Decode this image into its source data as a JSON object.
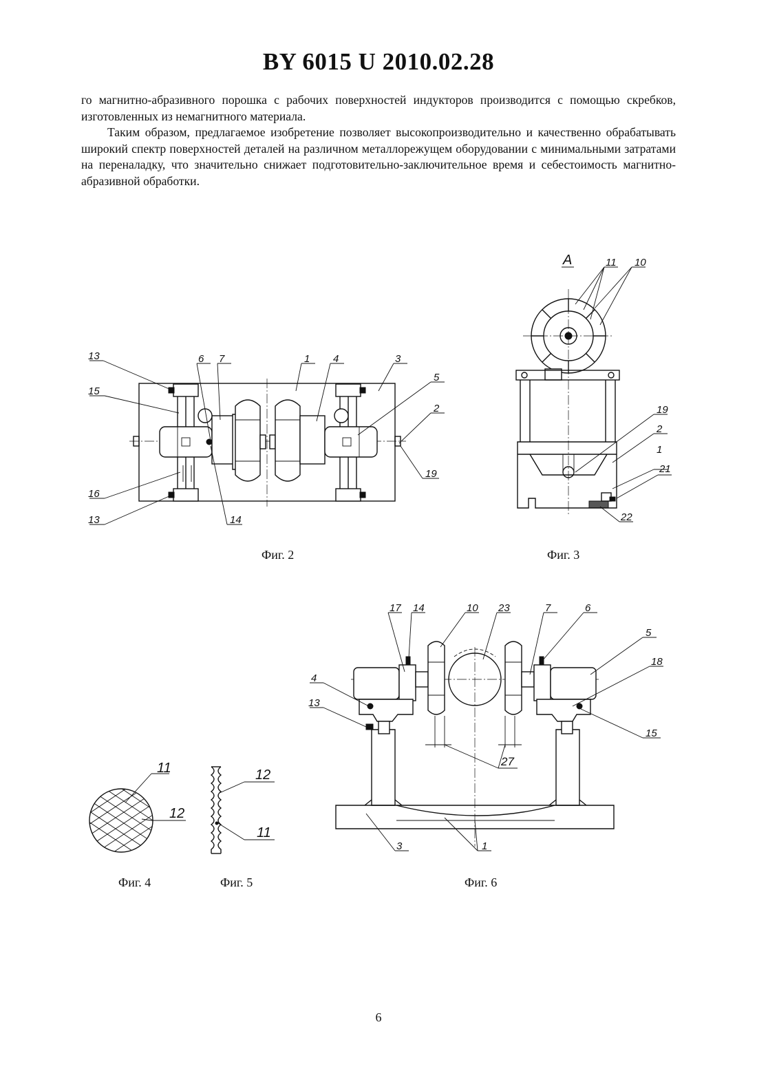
{
  "header": "BY 6015 U 2010.02.28",
  "paragraphs": [
    "го магнитно-абразивного порошка с рабочих поверхностей индукторов производится с помощью скребков, изготовленных из немагнитного материала.",
    "Таким образом, предлагаемое изобретение позволяет высокопроизводительно и качественно обрабатывать широкий спектр поверхностей деталей на различном металлорежущем оборудовании с минимальными затратами на переналадку, что значительно снижает подготовительно-заключительное время и себестоимость магнитно-абразивной обработки."
  ],
  "captions": {
    "fig2": "Фиг. 2",
    "fig3": "Фиг. 3",
    "fig4": "Фиг. 4",
    "fig5": "Фиг. 5",
    "fig6": "Фиг. 6"
  },
  "fig2_labels": {
    "l13a": "13",
    "l15": "15",
    "l16": "16",
    "l13b": "13",
    "l6": "6",
    "l7": "7",
    "l1": "1",
    "l4": "4",
    "l3": "3",
    "l5": "5",
    "l2": "2",
    "l19": "19",
    "l14": "14"
  },
  "fig3_labels": {
    "view": "A",
    "l11": "11",
    "l10": "10",
    "l19": "19",
    "l2": "2",
    "l1": "1",
    "l21": "21",
    "l22": "22"
  },
  "fig4_labels": {
    "l11": "11",
    "l12": "12"
  },
  "fig5_labels": {
    "l12": "12",
    "l11": "11"
  },
  "fig6_labels": {
    "l17": "17",
    "l14": "14",
    "l10": "10",
    "l23": "23",
    "l7": "7",
    "l6": "6",
    "l5": "5",
    "l18": "18",
    "l4": "4",
    "l13": "13",
    "l15": "15",
    "l27": "27",
    "l3": "3",
    "l1": "1"
  },
  "page_number": "6"
}
